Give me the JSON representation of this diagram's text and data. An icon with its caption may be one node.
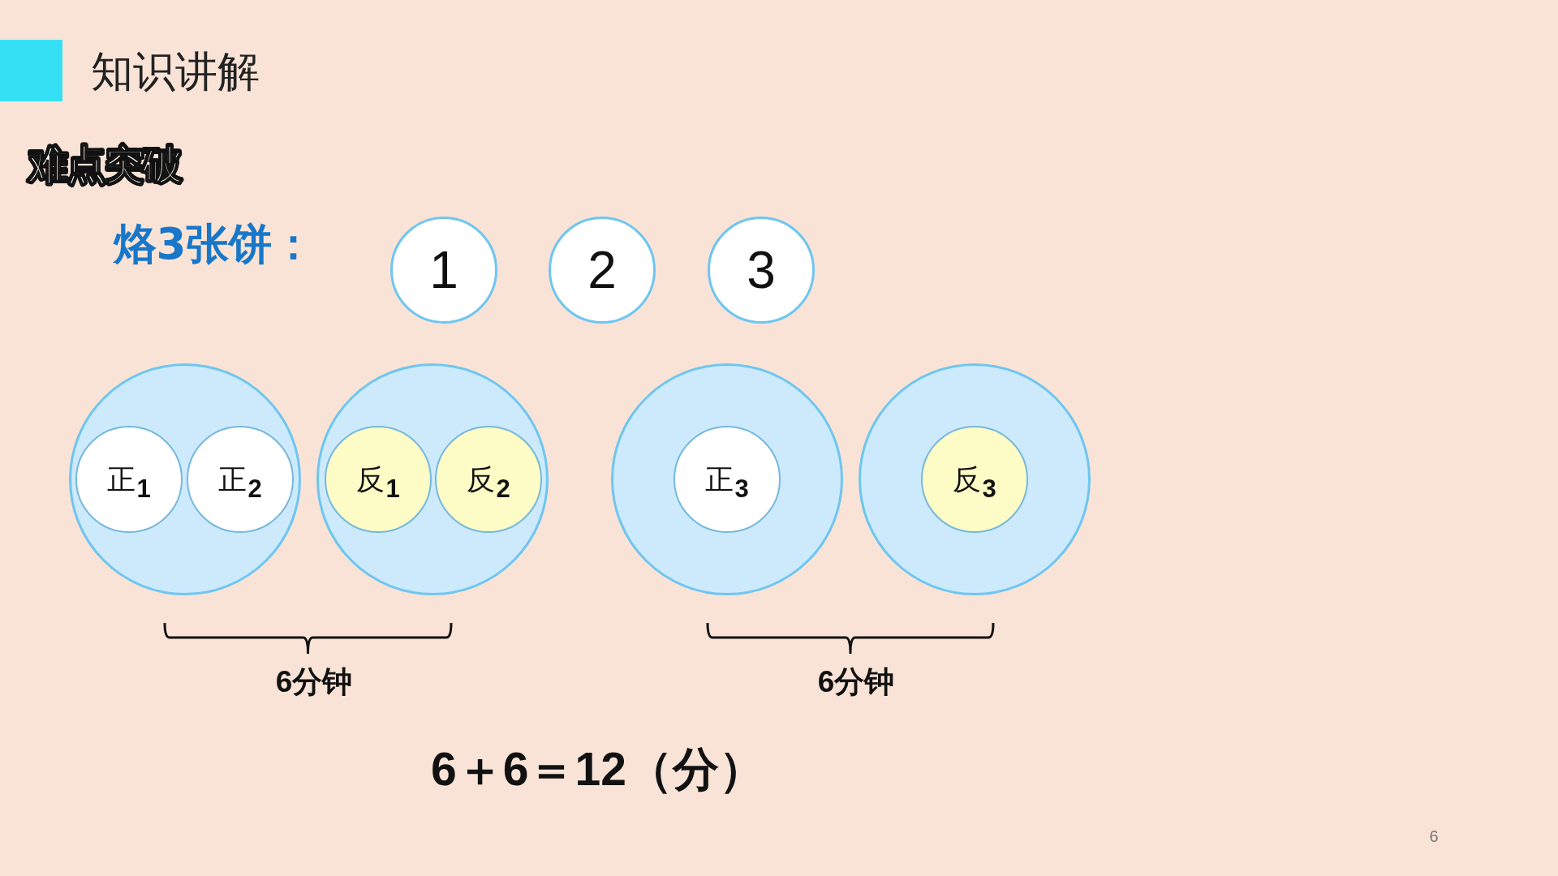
{
  "diagram": {
    "title": "知识讲解",
    "nodes": [
      {
        "text": [
          "1"
        ]
      },
      {
        "text": [
          "2"
        ]
      },
      {
        "text": [
          "3"
        ]
      },
      {
        "text": [],
        "shape": "circle"
      },
      {
        "text": [
          "正$_{1}$"
        ],
        "in": 3
      },
      {
        "text": [
          "正$_{2}$"
        ],
        "in": 3
      },
      {
        "text": [],
        "shape": "circle"
      },
      {
        "text": [
          "反$_{1}$"
        ],
        "in": 6
      },
      {
        "text": [
          "反$_{2}$"
        ],
        "in": 6
      },
      {
        "text": [],
        "shape": "circle"
      },
      {
        "text": [
          "正$_{3}$"
        ],
        "in": 9
      },
      {
        "text": [],
        "shape": "circle"
      },
      {
        "text": [
          "反$_{3}$"
        ],
        "in": 11
      }
    ],
    "labels": [
      "难点突破",
      "烙3张饼：",
      "6分钟",
      "6分钟",
      "6＋6＝12（分）",
      "6"
    ]
  }
}
